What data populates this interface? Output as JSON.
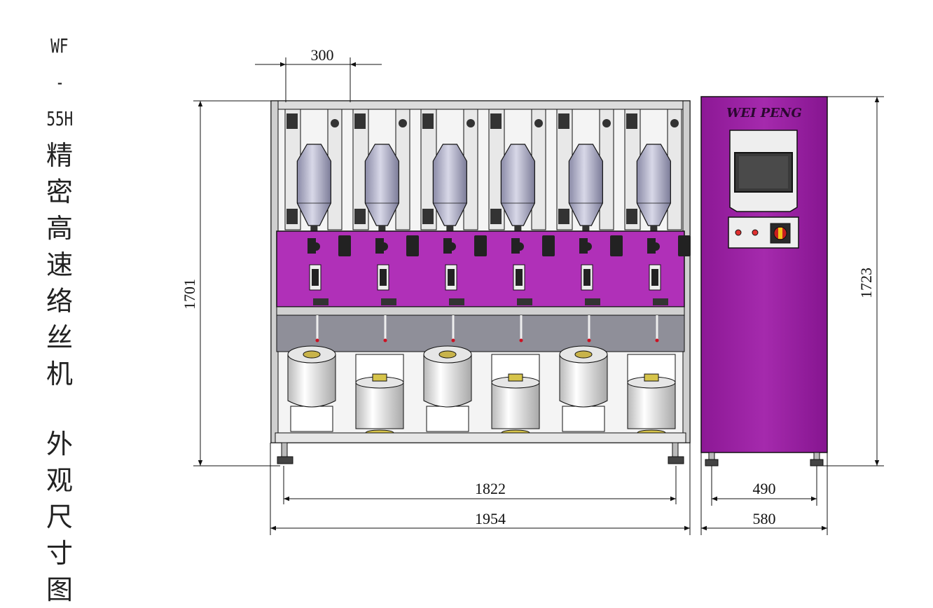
{
  "title": {
    "model": [
      "WF",
      "-",
      "55H"
    ],
    "name_chars": [
      "精",
      "密",
      "高",
      "速",
      "络",
      "丝",
      "机"
    ],
    "subtitle_chars": [
      "外",
      "观",
      "尺",
      "寸",
      "图"
    ]
  },
  "machine": {
    "spindle_count": 6,
    "brand": "WEI PENG"
  },
  "dimensions": {
    "pitch": "300",
    "height_main": "1701",
    "width_inner": "1822",
    "width_outer": "1954",
    "cabinet_height": "1723",
    "cabinet_width_inner": "490",
    "cabinet_width_outer": "580"
  },
  "colors": {
    "cabinet": "#9b1ea3",
    "panel": "#b030b8",
    "frame": "#dcdcdc",
    "line": "#111111"
  }
}
